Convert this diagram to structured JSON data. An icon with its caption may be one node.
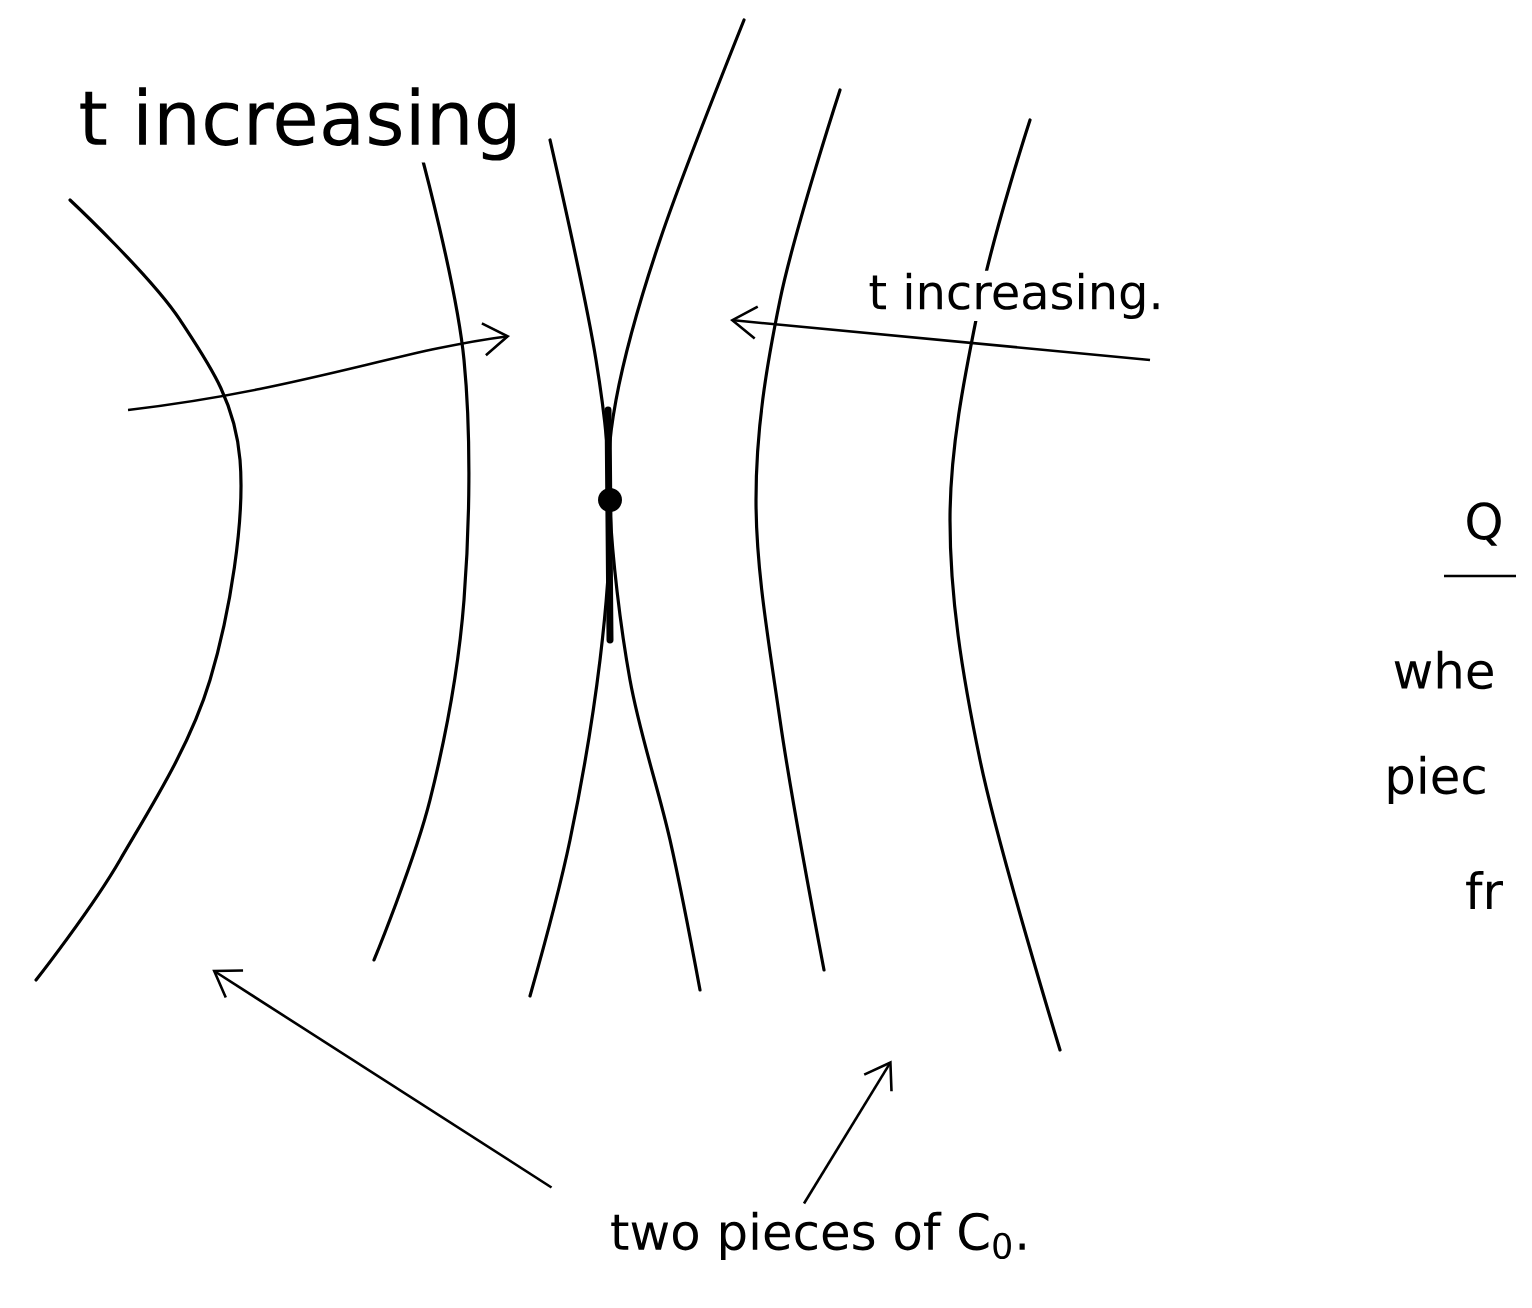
{
  "diagram": {
    "nodes": [
      {
        "text": [],
        "shape": "curve"
      },
      {
        "text": [],
        "shape": "curve"
      },
      {
        "text": [
          "two pieces of C$_{0}$."
        ]
      }
    ],
    "edges": [
      {
        "from": 2,
        "to": 0,
        "arrow": "to"
      },
      {
        "from": 2,
        "to": 1,
        "arrow": "to"
      }
    ],
    "labels": [
      "t increasing",
      "t increasing.",
      "Q",
      "whe",
      "piec",
      "fr"
    ]
  }
}
